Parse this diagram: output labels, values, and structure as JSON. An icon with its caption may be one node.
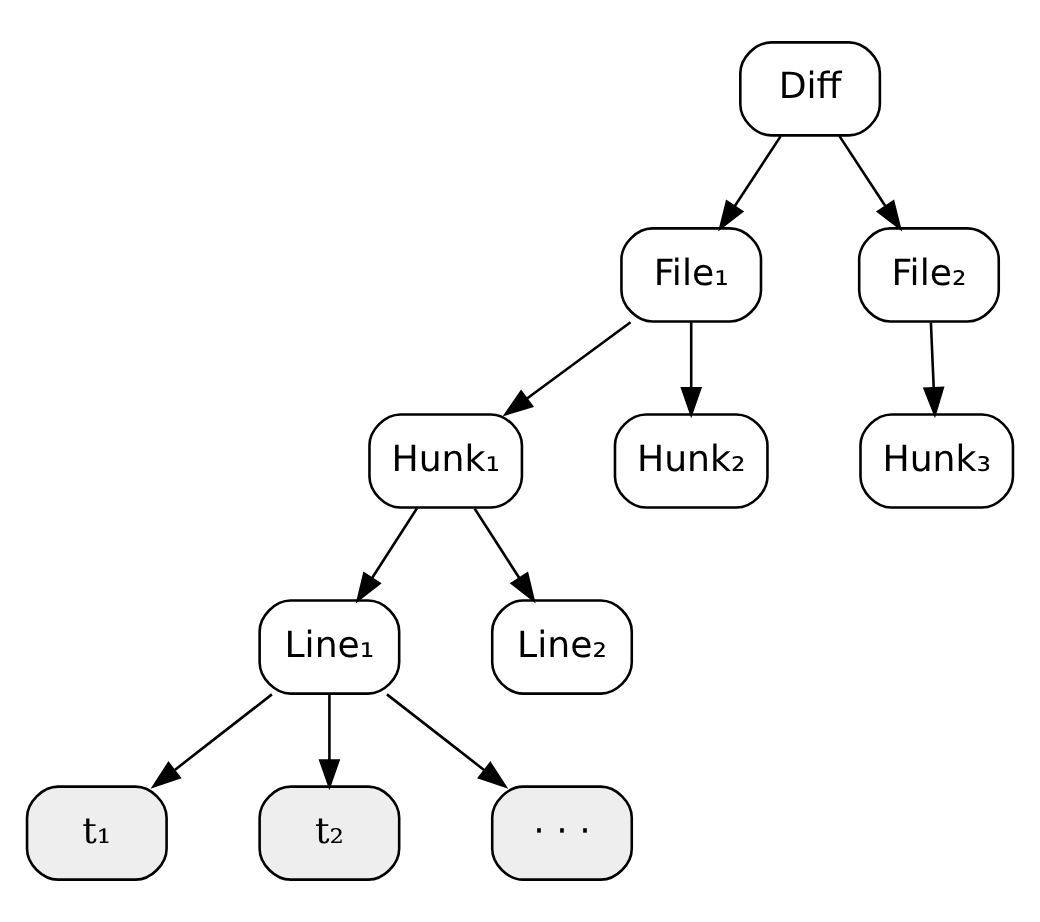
{
  "diagram": {
    "nodes": [
      {
        "text": [
          "Diff"
        ]
      },
      {
        "text": [
          "File₁"
        ]
      },
      {
        "text": [
          "File₂"
        ]
      },
      {
        "text": [
          "Hunk₁"
        ]
      },
      {
        "text": [
          "Hunk₂"
        ]
      },
      {
        "text": [
          "Hunk₃"
        ]
      },
      {
        "text": [
          "Line₁"
        ]
      },
      {
        "text": [
          "Line₂"
        ]
      },
      {
        "text": [
          "t₁"
        ]
      },
      {
        "text": [
          "t₂"
        ]
      },
      {
        "text": [
          "· · ·"
        ]
      }
    ],
    "edges": [
      {
        "from": 0,
        "to": 1,
        "arrow": "to"
      },
      {
        "from": 0,
        "to": 2,
        "arrow": "to"
      },
      {
        "from": 1,
        "to": 3,
        "arrow": "to"
      },
      {
        "from": 1,
        "to": 4,
        "arrow": "to"
      },
      {
        "from": 2,
        "to": 5,
        "arrow": "to"
      },
      {
        "from": 3,
        "to": 6,
        "arrow": "to"
      },
      {
        "from": 3,
        "to": 7,
        "arrow": "to"
      },
      {
        "from": 6,
        "to": 8,
        "arrow": "to"
      },
      {
        "from": 6,
        "to": 9,
        "arrow": "to"
      },
      {
        "from": 6,
        "to": 10,
        "arrow": "to"
      }
    ]
  }
}
